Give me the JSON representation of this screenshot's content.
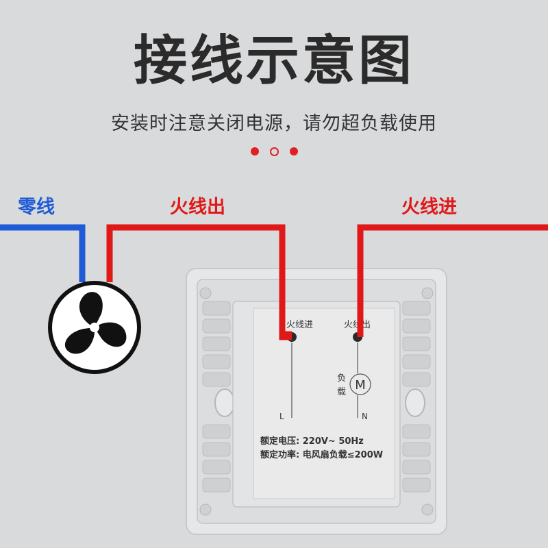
{
  "title": "接线示意图",
  "subtitle": "安装时注意关闭电源，请勿超负载使用",
  "wire_labels": {
    "neutral": "零线",
    "live_out": "火线出",
    "live_in": "火线进"
  },
  "switch_plate": {
    "terminal_left": "火线进",
    "terminal_right": "火线出",
    "load_label_1": "负",
    "load_label_2": "载",
    "motor_symbol": "M",
    "term_L": "L",
    "term_N": "N",
    "rated_voltage": "额定电压: 220V~ 50Hz",
    "rated_power": "额定功率: 电风扇负载≤200W"
  },
  "colors": {
    "neutral_wire": "#1f5bd6",
    "live_wire": "#e01818",
    "accent": "#e02020"
  },
  "icons": [
    "fan-icon"
  ]
}
